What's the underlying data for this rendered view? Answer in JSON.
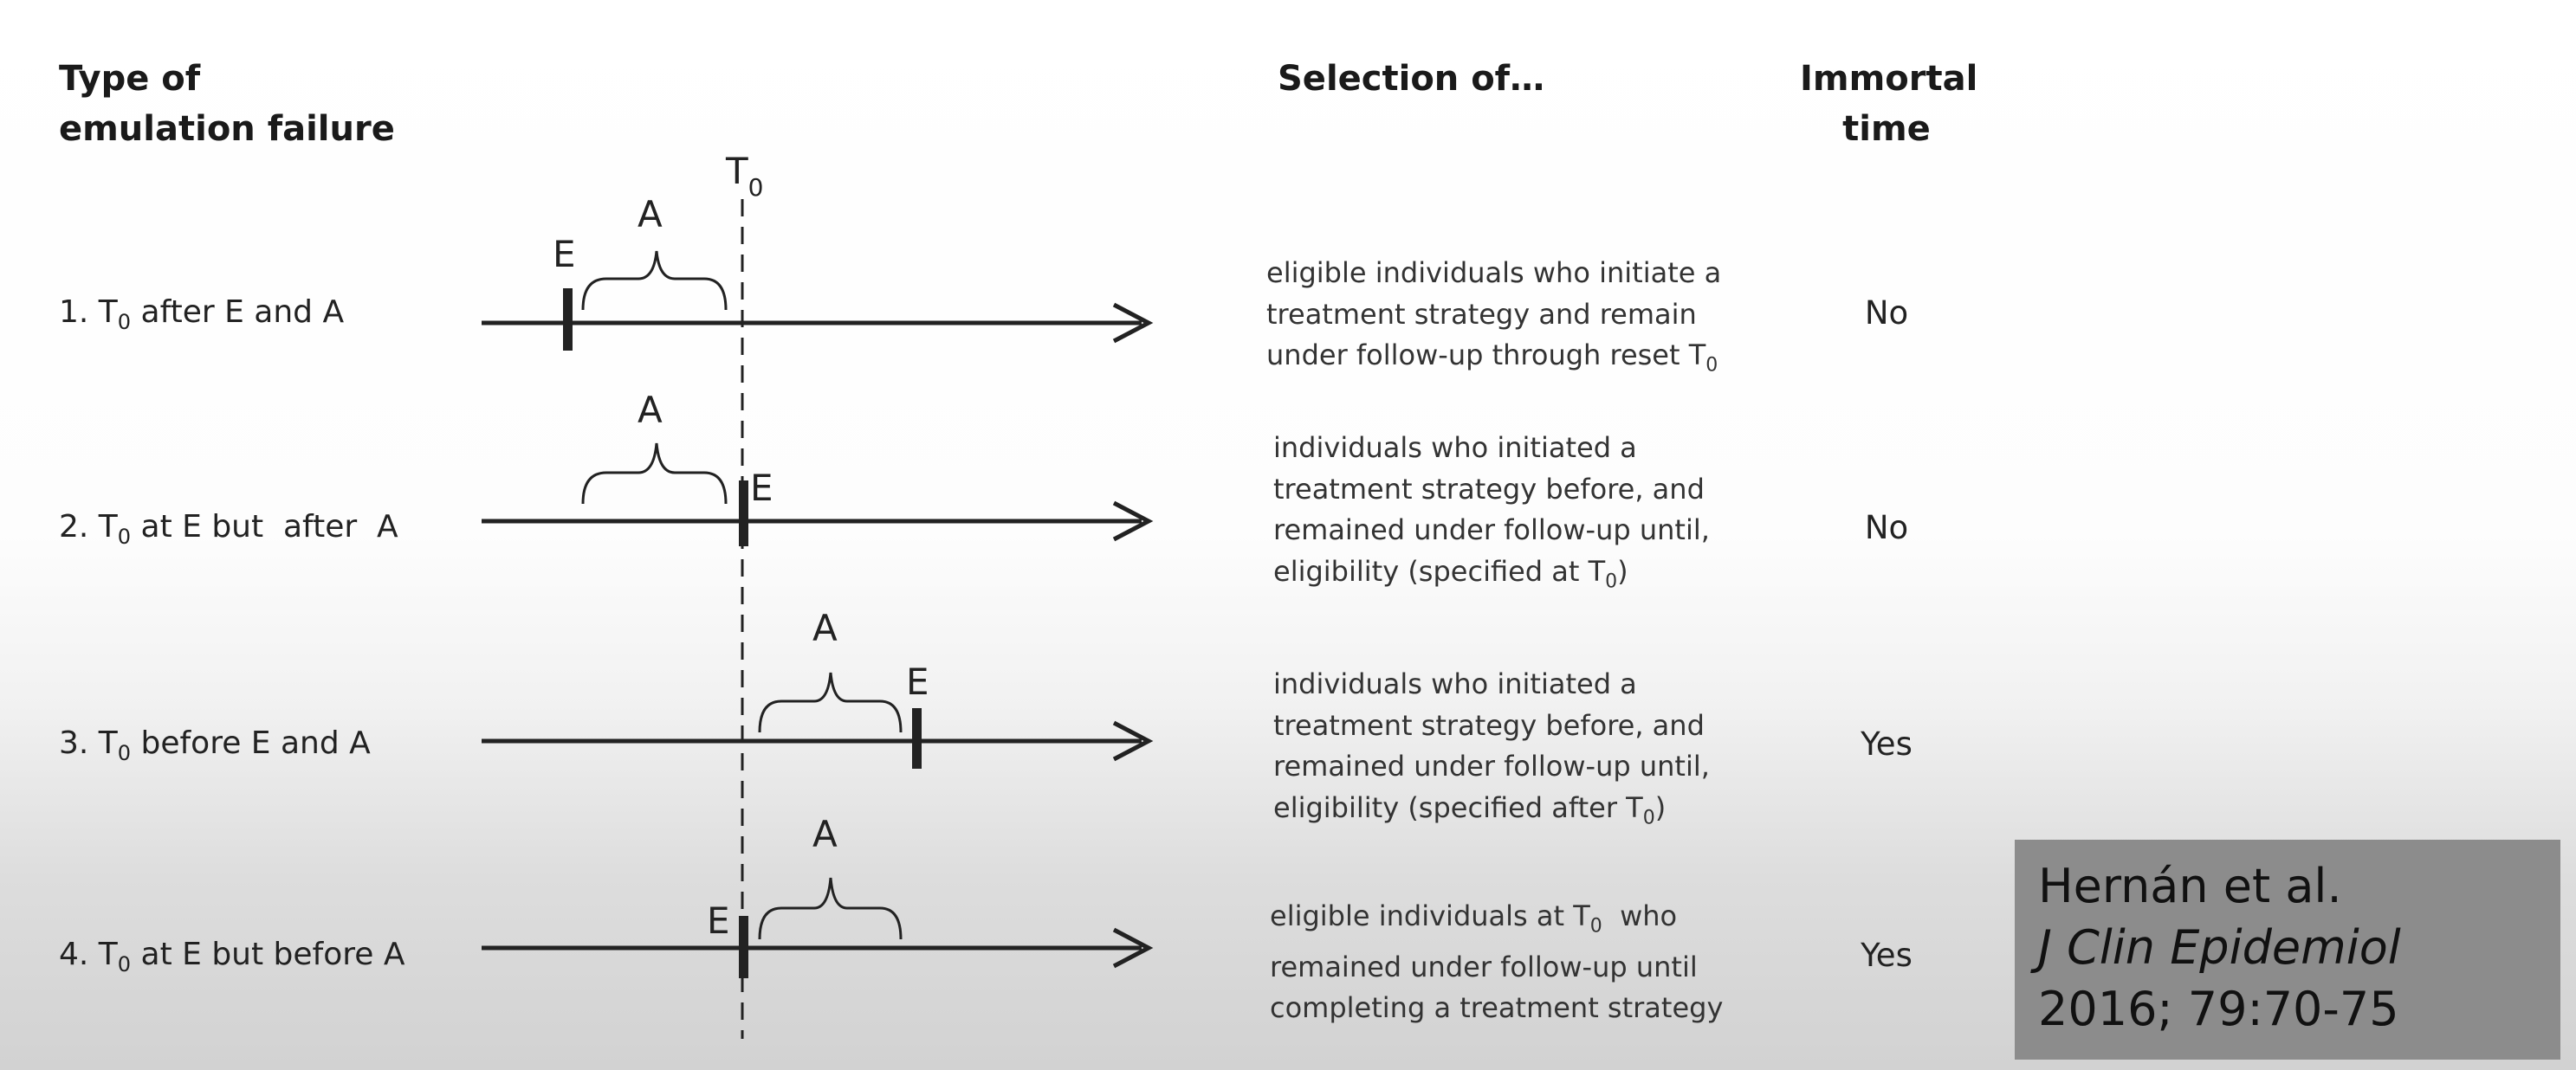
{
  "headers": {
    "type_line1": "Type of",
    "type_line2": "emulation failure",
    "selection": "Selection of…",
    "immortal_line1": "Immortal",
    "immortal_line2": "time"
  },
  "diagram": {
    "t0_label": "T",
    "t0_sub": "0",
    "e_label": "E",
    "a_label": "A"
  },
  "rows": [
    {
      "label_pre": "1. T",
      "label_sub": "0",
      "label_post": " after E and A",
      "selection_lines": [
        "eligible individuals who initiate a",
        "treatment strategy and remain",
        "under follow-up through reset T"
      ],
      "selection_last_sub": "0",
      "selection_last_post": "",
      "immortal": "No"
    },
    {
      "label_pre": "2. T",
      "label_sub": "0",
      "label_post": " at E but  after  A",
      "selection_lines": [
        "individuals who initiated a",
        "treatment strategy before, and",
        "remained under follow-up until,",
        "eligibility (specified at T"
      ],
      "selection_last_sub": "0",
      "selection_last_post": ")",
      "immortal": "No"
    },
    {
      "label_pre": "3. T",
      "label_sub": "0",
      "label_post": " before E and A",
      "selection_lines": [
        "individuals who initiated a",
        "treatment strategy before, and",
        "remained under follow-up until,",
        "eligibility (specified after T"
      ],
      "selection_last_sub": "0",
      "selection_last_post": ")",
      "immortal": "Yes"
    },
    {
      "label_pre": "4. T",
      "label_sub": "0",
      "label_post": " at E but before A",
      "selection_lines": [
        "eligible individuals at T",
        "remained under follow-up until",
        "completing a treatment strategy"
      ],
      "selection_first_sub": "0",
      "selection_first_post": "  who",
      "immortal": "Yes"
    }
  ],
  "citation": {
    "authors": "Hernán et al.",
    "journal": "J Clin Epidemiol",
    "year_ref": "2016; 79:70-75"
  }
}
